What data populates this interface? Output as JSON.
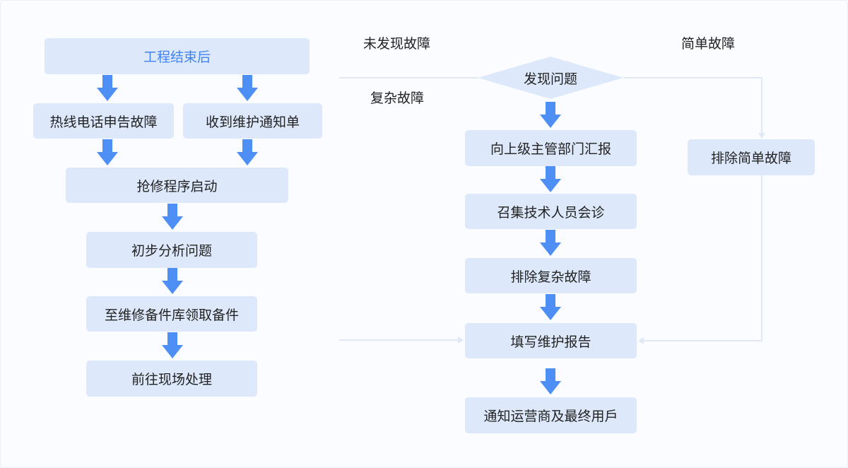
{
  "colors": {
    "box_fill": "#dde9fb",
    "arrow": "#4d8ff5",
    "start_text": "#3f83f2",
    "connector": "#dfe8f4"
  },
  "left": {
    "start": "工程结束后",
    "hotline": "热线电话申告故障",
    "ticket": "收到维护通知单",
    "repair_start": "抢修程序启动",
    "analyze": "初步分析问题",
    "get_parts": "至维修备件库领取备件",
    "onsite": "前往现场处理"
  },
  "right": {
    "decision": "发现问题",
    "report": "向上级主管部门汇报",
    "consult": "召集技术人员会诊",
    "fix_complex": "排除复杂故障",
    "fill_report": "填写维护报告",
    "notify": "通知运营商及最终用戶",
    "fix_simple": "排除简单故障"
  },
  "labels": {
    "not_found": "未发现故障",
    "complex": "复杂故障",
    "simple": "简单故障"
  }
}
